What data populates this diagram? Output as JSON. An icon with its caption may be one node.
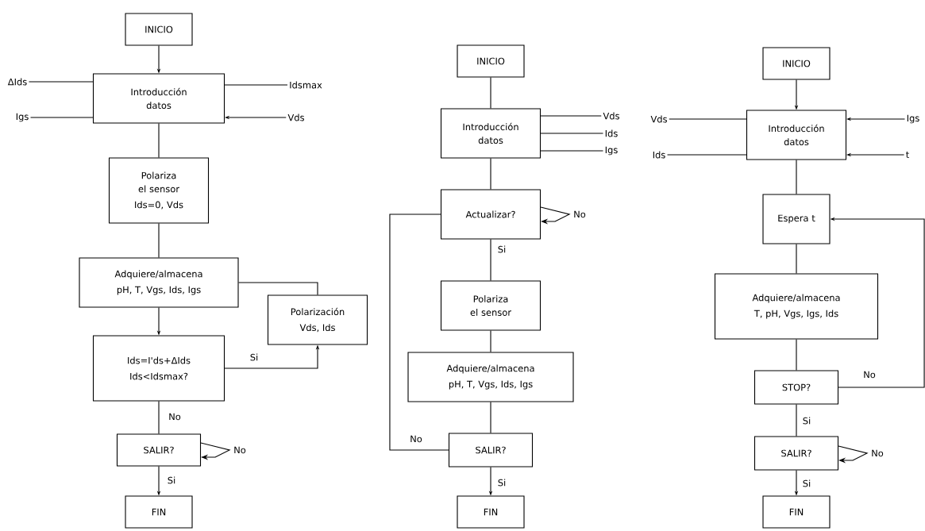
{
  "diagram": {
    "nodes": [
      {
        "text": [
          "INICIO"
        ]
      },
      {
        "text": [
          "Introducción datos"
        ]
      },
      {
        "text": [
          "ΔIds"
        ]
      },
      {
        "text": [
          "Igs"
        ]
      },
      {
        "text": [
          "Idsmax"
        ]
      },
      {
        "text": [
          "Vds"
        ]
      },
      {
        "text": [
          "Polariza el sensor",
          "Ids=0, Vds"
        ]
      },
      {
        "text": [
          "Adquiere/almacena",
          "pH, T, Vgs, Ids, Igs"
        ]
      },
      {
        "text": [
          "Ids=I'ds+ΔIds",
          "Ids<Idsmax?"
        ]
      },
      {
        "text": [
          "Polarización",
          "Vds, Ids"
        ]
      },
      {
        "text": [
          "SALIR?"
        ]
      },
      {
        "text": [
          "FIN"
        ]
      },
      {
        "text": [
          "INICIO"
        ]
      },
      {
        "text": [
          "Introducción datos"
        ]
      },
      {
        "text": [
          "Vds"
        ]
      },
      {
        "text": [
          "Ids"
        ]
      },
      {
        "text": [
          "Igs"
        ]
      },
      {
        "text": [
          "Actualizar?"
        ]
      },
      {
        "text": [
          "Polariza el sensor"
        ]
      },
      {
        "text": [
          "Adquiere/almacena",
          "pH, T, Vgs, Ids, Igs"
        ]
      },
      {
        "text": [
          "SALIR?"
        ]
      },
      {
        "text": [
          "FIN"
        ]
      },
      {
        "text": [
          "INICIO"
        ]
      },
      {
        "text": [
          "Introducción datos"
        ]
      },
      {
        "text": [
          "Vds"
        ]
      },
      {
        "text": [
          "Ids"
        ]
      },
      {
        "text": [
          "Igs"
        ]
      },
      {
        "text": [
          "t"
        ]
      },
      {
        "text": [
          "Espera t"
        ]
      },
      {
        "text": [
          "Adquiere/almacena",
          "T, pH, Vgs, Igs, Ids"
        ]
      },
      {
        "text": [
          "STOP?"
        ]
      },
      {
        "text": [
          "SALIR?"
        ]
      },
      {
        "text": [
          "FIN"
        ]
      }
    ],
    "edges": [
      {
        "from": 0,
        "to": 1,
        "arrow": "to"
      },
      {
        "from": 2,
        "to": 1,
        "arrow": "none"
      },
      {
        "from": 3,
        "to": 1,
        "arrow": "none"
      },
      {
        "from": 4,
        "to": 1,
        "arrow": "none"
      },
      {
        "from": 5,
        "to": 1,
        "arrow": "to"
      },
      {
        "from": 1,
        "to": 6,
        "arrow": "none"
      },
      {
        "from": 6,
        "to": 7,
        "arrow": "none"
      },
      {
        "from": 7,
        "to": 8,
        "arrow": "to"
      },
      {
        "from": 8,
        "to": 9,
        "arrow": "to",
        "label": "Si"
      },
      {
        "from": 9,
        "to": 7,
        "arrow": "none"
      },
      {
        "from": 8,
        "to": 10,
        "arrow": "none",
        "label": "No"
      },
      {
        "from": 10,
        "to": 10,
        "arrow": "to",
        "label": "No"
      },
      {
        "from": 10,
        "to": 11,
        "arrow": "to",
        "label": "Si"
      },
      {
        "from": 12,
        "to": 13,
        "arrow": "none"
      },
      {
        "from": 14,
        "to": 13,
        "arrow": "none"
      },
      {
        "from": 15,
        "to": 13,
        "arrow": "none"
      },
      {
        "from": 16,
        "to": 13,
        "arrow": "none"
      },
      {
        "from": 13,
        "to": 17,
        "arrow": "none"
      },
      {
        "from": 17,
        "to": 17,
        "arrow": "to",
        "label": "No"
      },
      {
        "from": 17,
        "to": 18,
        "arrow": "none",
        "label": "Si"
      },
      {
        "from": 18,
        "to": 19,
        "arrow": "none"
      },
      {
        "from": 19,
        "to": 20,
        "arrow": "none"
      },
      {
        "from": 20,
        "to": 17,
        "arrow": "none",
        "label": "No"
      },
      {
        "from": 20,
        "to": 21,
        "arrow": "to",
        "label": "Si"
      },
      {
        "from": 22,
        "to": 23,
        "arrow": "to"
      },
      {
        "from": 24,
        "to": 23,
        "arrow": "none"
      },
      {
        "from": 25,
        "to": 23,
        "arrow": "none"
      },
      {
        "from": 26,
        "to": 23,
        "arrow": "to"
      },
      {
        "from": 27,
        "to": 23,
        "arrow": "to"
      },
      {
        "from": 23,
        "to": 28,
        "arrow": "none"
      },
      {
        "from": 28,
        "to": 29,
        "arrow": "none"
      },
      {
        "from": 29,
        "to": 30,
        "arrow": "none"
      },
      {
        "from": 30,
        "to": 28,
        "arrow": "to",
        "label": "No"
      },
      {
        "from": 30,
        "to": 31,
        "arrow": "none",
        "label": "Si"
      },
      {
        "from": 31,
        "to": 31,
        "arrow": "to",
        "label": "No"
      },
      {
        "from": 31,
        "to": 32,
        "arrow": "to",
        "label": "Si"
      }
    ]
  }
}
